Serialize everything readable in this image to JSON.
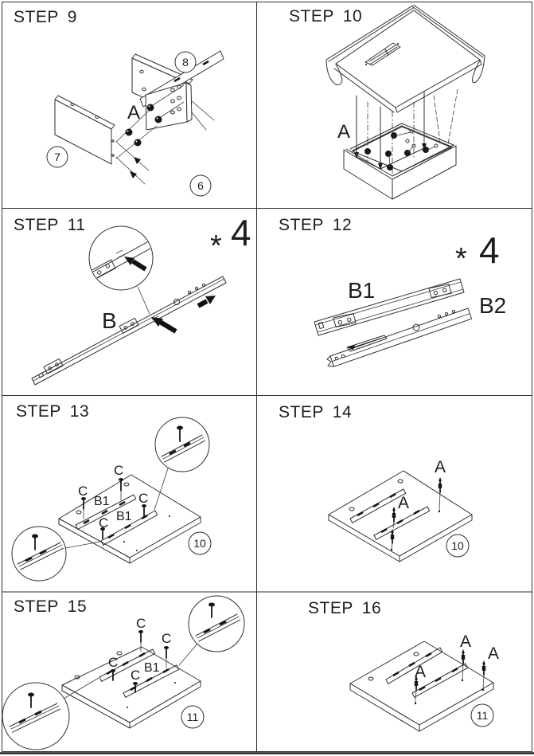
{
  "document": {
    "kind": "furniture-assembly-instruction-sheet",
    "colors": {
      "background": "#ffffff",
      "line": "#2f2f2f",
      "ink": "#1e1e1e",
      "fill_black": "#161616"
    },
    "steps": {
      "step9": {
        "title": "STEP 9",
        "fastener_label": "A",
        "callouts": {
          "back_panel": "8",
          "front_board": "7",
          "side_panel": "6"
        }
      },
      "step10": {
        "title": "STEP 10",
        "fastener_label": "A"
      },
      "step11": {
        "title": "STEP 11",
        "rail_label": "B",
        "quantity": {
          "symbol": "*",
          "count": "4"
        }
      },
      "step12": {
        "title": "STEP 12",
        "rail_inner_label": "B1",
        "rail_outer_label": "B2",
        "quantity": {
          "symbol": "*",
          "count": "4"
        }
      },
      "step13": {
        "title": "STEP 13",
        "screw_label": "C",
        "rail_label": "B1",
        "panel_callout": "10"
      },
      "step14": {
        "title": "STEP 14",
        "bolt_label": "A",
        "panel_callout": "10"
      },
      "step15": {
        "title": "STEP 15",
        "screw_label": "C",
        "rail_label": "B1",
        "panel_callout": "11"
      },
      "step16": {
        "title": "STEP 16",
        "bolt_label": "A",
        "panel_callout": "11"
      }
    }
  }
}
